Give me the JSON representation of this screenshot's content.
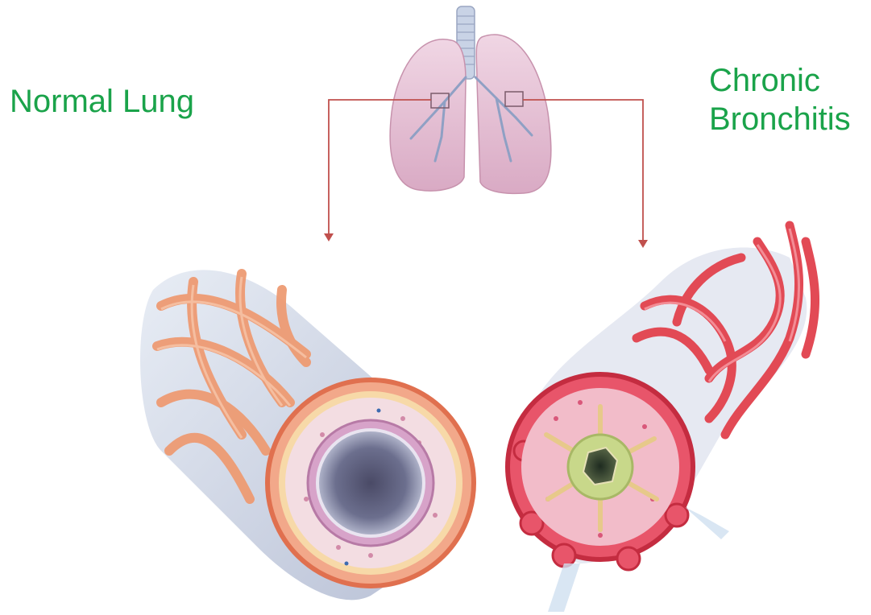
{
  "labels": {
    "normal": "Normal Lung",
    "diseased_line1": "Chronic",
    "diseased_line2": "Bronchitis"
  },
  "colors": {
    "label_green": "#1aa34a",
    "connector_line": "#c0504d",
    "lung_fill": "#e6c3d8",
    "trachea": "#c9d3e6",
    "normal_muscle": "#ee9b73",
    "diseased_muscle": "#e24a55",
    "mucus": "#c8d88a",
    "lumen": "#3a3a55"
  },
  "icons": {
    "lungs": "lungs-illustration",
    "normal_airway": "normal-bronchus-illustration",
    "diseased_airway": "inflamed-bronchus-illustration"
  }
}
